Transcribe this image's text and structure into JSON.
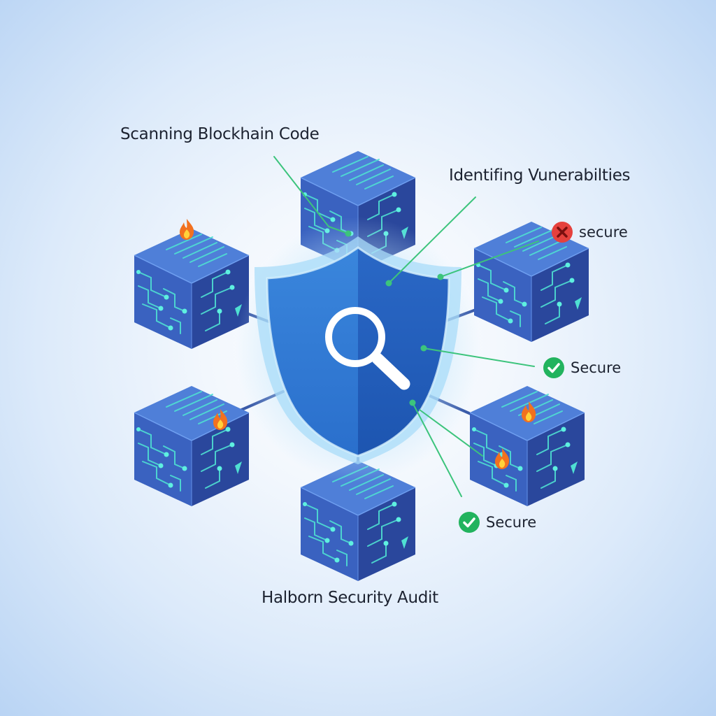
{
  "labels": {
    "scanning": "Scanning Blockhain Code",
    "identifying": "Identifing Vunerabilties",
    "footer": "Halborn Security Audit"
  },
  "statuses": [
    {
      "text": "secure",
      "state": "fail"
    },
    {
      "text": "Secure",
      "state": "pass"
    },
    {
      "text": "Secure",
      "state": "pass"
    }
  ],
  "icons": {
    "shield": "shield-icon",
    "magnifier": "magnifier-icon",
    "flame": "flame-icon",
    "check": "check-circle-icon",
    "cross": "cross-circle-icon"
  },
  "colors": {
    "shield": "#2f77d0",
    "shield_dark": "#1f5ab8",
    "shield_glow": "#9fd0f6",
    "block_top": "#4f7fd8",
    "block_left": "#3a62c0",
    "block_right": "#2a479c",
    "circuit": "#4fe0d2",
    "connector_green": "#3cc47c",
    "connector_navy": "#3a5aa8",
    "pass": "#22b35e",
    "fail": "#e5413d",
    "flame": "#f2711f"
  },
  "blocks": [
    {
      "id": "top",
      "flames": 0
    },
    {
      "id": "upper-left",
      "flames": 1
    },
    {
      "id": "upper-right",
      "flames": 0
    },
    {
      "id": "lower-left",
      "flames": 1
    },
    {
      "id": "bottom",
      "flames": 0
    },
    {
      "id": "lower-right",
      "flames": 2
    }
  ]
}
